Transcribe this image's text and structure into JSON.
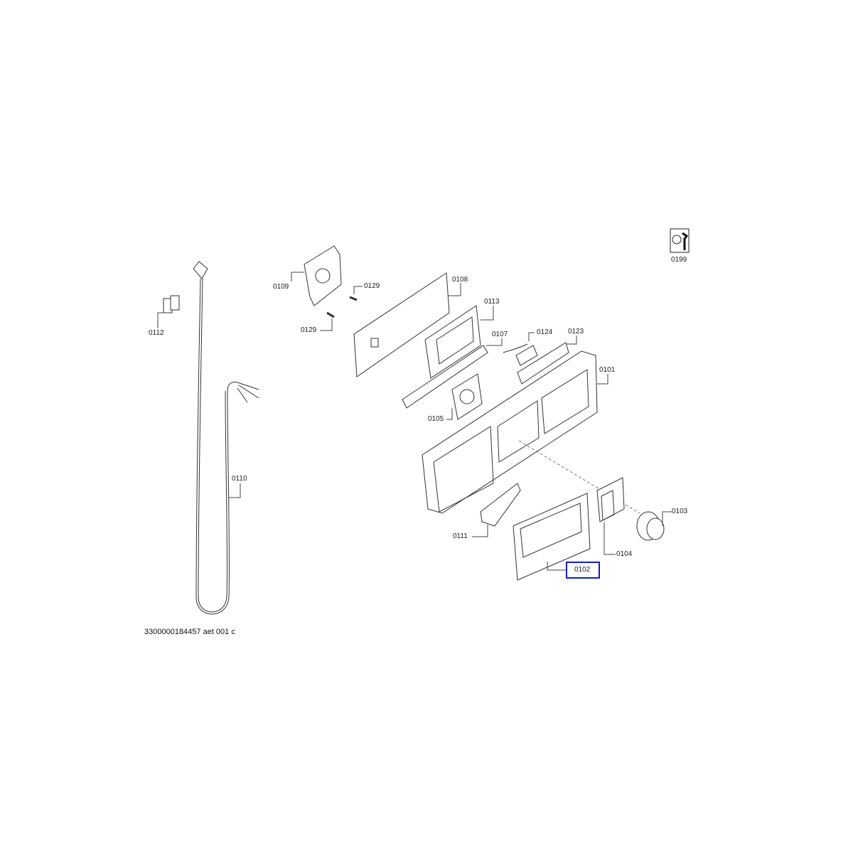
{
  "diagram": {
    "footer_code": "3300000184457 aet 001 c",
    "selected_part": "0102",
    "highlight_color": "#1020c8",
    "service_icon": "service-manual-wrench-icon",
    "parts": [
      {
        "id": "0199",
        "label": "0199"
      },
      {
        "id": "0109",
        "label": "0109"
      },
      {
        "id": "0129a",
        "label": "0129"
      },
      {
        "id": "0108",
        "label": "0108"
      },
      {
        "id": "0113",
        "label": "0113"
      },
      {
        "id": "0129b",
        "label": "0129"
      },
      {
        "id": "0107",
        "label": "0107"
      },
      {
        "id": "0124",
        "label": "0124"
      },
      {
        "id": "0123",
        "label": "0123"
      },
      {
        "id": "0112",
        "label": "0112"
      },
      {
        "id": "0101",
        "label": "0101"
      },
      {
        "id": "0105",
        "label": "0105"
      },
      {
        "id": "0110",
        "label": "0110"
      },
      {
        "id": "0103",
        "label": "0103"
      },
      {
        "id": "0111",
        "label": "0111"
      },
      {
        "id": "0104",
        "label": "0104"
      },
      {
        "id": "0102",
        "label": "0102"
      }
    ]
  }
}
